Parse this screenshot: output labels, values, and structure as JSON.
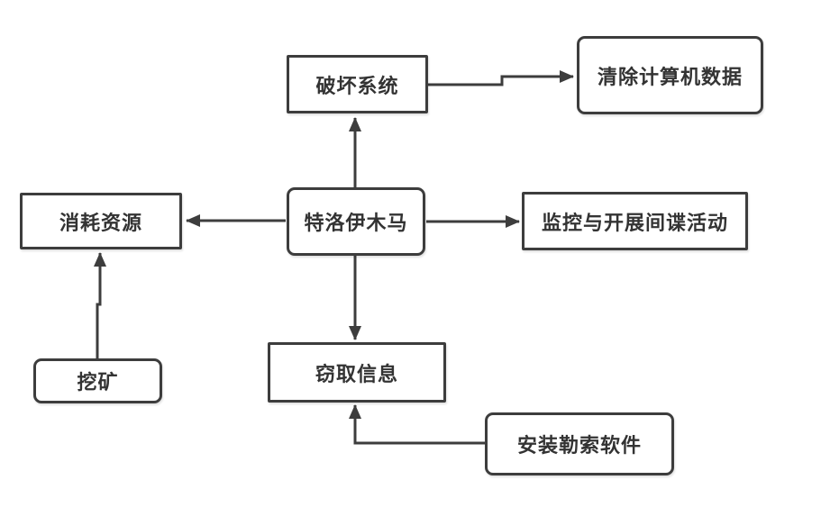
{
  "diagram": {
    "type": "flowchart",
    "colors": {
      "line": "#3d3d3d",
      "border": "#3d3d3d",
      "text": "#333333",
      "node_background": "#ffffff",
      "canvas_background": "#ffffff"
    },
    "nodes": {
      "trojan": {
        "label": "特洛伊木马",
        "shape": "rounded-rectangle"
      },
      "destroy": {
        "label": "破坏系统",
        "shape": "rectangle"
      },
      "wipe": {
        "label": "清除计算机数据",
        "shape": "rounded-rectangle"
      },
      "consume": {
        "label": "消耗资源",
        "shape": "rectangle"
      },
      "spy": {
        "label": "监控与开展间谍活动",
        "shape": "rectangle"
      },
      "mine": {
        "label": "挖矿",
        "shape": "rounded-rectangle"
      },
      "steal": {
        "label": "窃取信息",
        "shape": "rectangle"
      },
      "ransom": {
        "label": "安装勒索软件",
        "shape": "rounded-rectangle"
      }
    },
    "edges": [
      {
        "from": "trojan",
        "to": "destroy",
        "direction": "up"
      },
      {
        "from": "destroy",
        "to": "wipe",
        "direction": "right"
      },
      {
        "from": "trojan",
        "to": "consume",
        "direction": "left"
      },
      {
        "from": "trojan",
        "to": "spy",
        "direction": "right"
      },
      {
        "from": "trojan",
        "to": "steal",
        "direction": "down"
      },
      {
        "from": "mine",
        "to": "consume",
        "direction": "up"
      },
      {
        "from": "ransom",
        "to": "steal",
        "direction": "left-then-up"
      }
    ]
  }
}
